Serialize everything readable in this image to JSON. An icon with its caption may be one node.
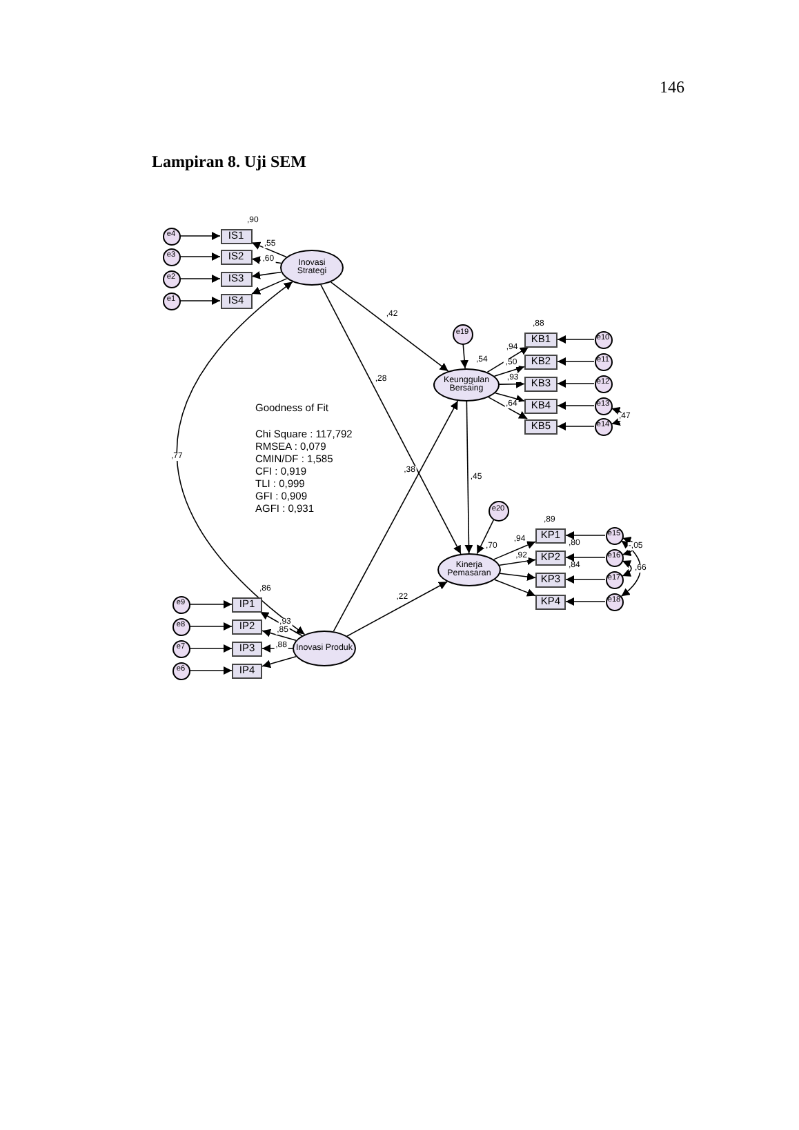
{
  "diagram": {
    "title": "Lampiran 8. Uji SEM",
    "nodes": [
      {
        "text": [
          "e4"
        ]
      },
      {
        "text": [
          "e3"
        ]
      },
      {
        "text": [
          "e2"
        ]
      },
      {
        "text": [
          "e1"
        ]
      },
      {
        "text": [
          "IS1"
        ]
      },
      {
        "text": [
          "IS2"
        ]
      },
      {
        "text": [
          "IS3"
        ]
      },
      {
        "text": [
          "IS4"
        ]
      },
      {
        "text": [
          "Inovasi Strategi"
        ]
      },
      {
        "text": [
          "e19"
        ]
      },
      {
        "text": [
          "Keunggulan Bersaing"
        ]
      },
      {
        "text": [
          "KB1"
        ]
      },
      {
        "text": [
          "KB2"
        ]
      },
      {
        "text": [
          "KB3"
        ]
      },
      {
        "text": [
          "KB4"
        ]
      },
      {
        "text": [
          "KB5"
        ]
      },
      {
        "text": [
          "e10"
        ]
      },
      {
        "text": [
          "e11"
        ]
      },
      {
        "text": [
          "e12"
        ]
      },
      {
        "text": [
          "e13"
        ]
      },
      {
        "text": [
          "e14"
        ]
      },
      {
        "text": [
          "e20"
        ]
      },
      {
        "text": [
          "Kinerja Pemasaran"
        ]
      },
      {
        "text": [
          "KP1"
        ]
      },
      {
        "text": [
          "KP2"
        ]
      },
      {
        "text": [
          "KP3"
        ]
      },
      {
        "text": [
          "KP4"
        ]
      },
      {
        "text": [
          "e15"
        ]
      },
      {
        "text": [
          "e16"
        ]
      },
      {
        "text": [
          "e17"
        ]
      },
      {
        "text": [
          "e18"
        ]
      },
      {
        "text": [
          "e9"
        ]
      },
      {
        "text": [
          "e8"
        ]
      },
      {
        "text": [
          "e7"
        ]
      },
      {
        "text": [
          "e6"
        ]
      },
      {
        "text": [
          "IP1"
        ]
      },
      {
        "text": [
          "IP2"
        ]
      },
      {
        "text": [
          "IP3"
        ]
      },
      {
        "text": [
          "IP4"
        ]
      },
      {
        "text": [
          "Inovasi Produk"
        ]
      }
    ],
    "edges": [
      {
        "from": 0,
        "to": 4,
        "arrow": "to"
      },
      {
        "from": 1,
        "to": 5,
        "arrow": "to"
      },
      {
        "from": 2,
        "to": 6,
        "arrow": "to"
      },
      {
        "from": 3,
        "to": 7,
        "arrow": "to"
      },
      {
        "from": 8,
        "to": 4,
        "arrow": "to",
        "label": ",55"
      },
      {
        "from": 8,
        "to": 5,
        "arrow": "to",
        "label": ",60"
      },
      {
        "from": 8,
        "to": 6,
        "arrow": "to"
      },
      {
        "from": 8,
        "to": 7,
        "arrow": "to"
      },
      {
        "from": 8,
        "to": 10,
        "arrow": "to",
        "label": ",42"
      },
      {
        "from": 8,
        "to": 22,
        "arrow": "to",
        "label": ",28"
      },
      {
        "from": 9,
        "to": 10,
        "arrow": "to"
      },
      {
        "from": 10,
        "to": 11,
        "arrow": "to",
        "label": ",94"
      },
      {
        "from": 10,
        "to": 12,
        "arrow": "to",
        "label": ",50"
      },
      {
        "from": 10,
        "to": 13,
        "arrow": "to",
        "label": ",93"
      },
      {
        "from": 10,
        "to": 14,
        "arrow": "to",
        "label": ",64"
      },
      {
        "from": 10,
        "to": 15,
        "arrow": "to"
      },
      {
        "from": 16,
        "to": 11,
        "arrow": "to"
      },
      {
        "from": 17,
        "to": 12,
        "arrow": "to"
      },
      {
        "from": 18,
        "to": 13,
        "arrow": "to"
      },
      {
        "from": 19,
        "to": 14,
        "arrow": "to"
      },
      {
        "from": 20,
        "to": 15,
        "arrow": "to"
      },
      {
        "from": 19,
        "to": 20,
        "arrow": "both",
        "label": ",47"
      },
      {
        "from": 10,
        "to": 22,
        "arrow": "to",
        "label": ",45"
      },
      {
        "from": 21,
        "to": 22,
        "arrow": "to"
      },
      {
        "from": 22,
        "to": 23,
        "arrow": "to",
        "label": ",94"
      },
      {
        "from": 22,
        "to": 24,
        "arrow": "to",
        "label": ",92"
      },
      {
        "from": 22,
        "to": 25,
        "arrow": "to"
      },
      {
        "from": 22,
        "to": 26,
        "arrow": "to"
      },
      {
        "from": 27,
        "to": 23,
        "arrow": "to"
      },
      {
        "from": 28,
        "to": 24,
        "arrow": "to"
      },
      {
        "from": 29,
        "to": 25,
        "arrow": "to"
      },
      {
        "from": 30,
        "to": 26,
        "arrow": "to"
      },
      {
        "from": 27,
        "to": 28,
        "arrow": "both",
        "label": "-,05"
      },
      {
        "from": 28,
        "to": 29,
        "arrow": "both"
      },
      {
        "from": 27,
        "to": 30,
        "arrow": "both",
        "label": ",66"
      },
      {
        "from": 31,
        "to": 35,
        "arrow": "to"
      },
      {
        "from": 32,
        "to": 36,
        "arrow": "to"
      },
      {
        "from": 33,
        "to": 37,
        "arrow": "to"
      },
      {
        "from": 34,
        "to": 38,
        "arrow": "to"
      },
      {
        "from": 39,
        "to": 35,
        "arrow": "to",
        "label": ",93"
      },
      {
        "from": 39,
        "to": 36,
        "arrow": "to",
        "label": ",85"
      },
      {
        "from": 39,
        "to": 37,
        "arrow": "to",
        "label": ",88"
      },
      {
        "from": 39,
        "to": 38,
        "arrow": "to"
      },
      {
        "from": 39,
        "to": 10,
        "arrow": "to",
        "label": ",38"
      },
      {
        "from": 39,
        "to": 22,
        "arrow": "to",
        "label": ",22"
      },
      {
        "from": 8,
        "to": 39,
        "arrow": "both",
        "label": ",77"
      }
    ],
    "labels": [
      "146",
      ",90",
      ",88",
      ",54",
      ",89",
      ",80",
      ",84",
      ",70",
      ",86",
      "Goodness of Fit",
      "Chi Square : 117,792",
      "RMSEA : 0,079",
      "CMIN/DF : 1,585",
      "CFI : 0,919",
      "TLI : 0,999",
      "GFI : 0,909",
      "AGFI : 0,931"
    ]
  }
}
